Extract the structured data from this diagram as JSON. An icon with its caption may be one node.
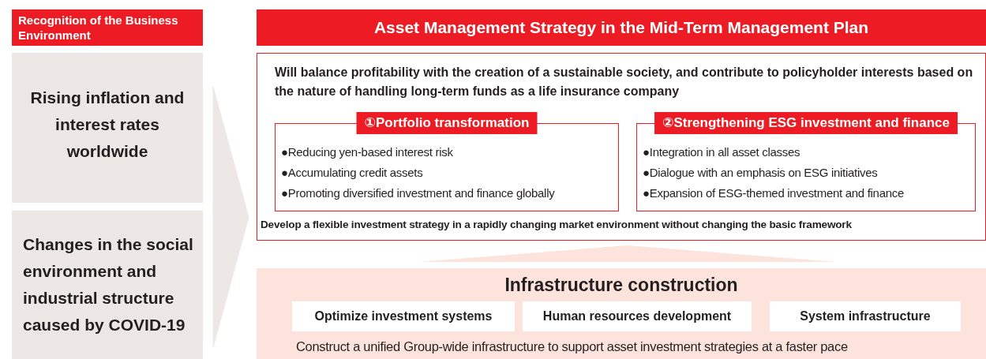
{
  "diagram": {
    "nodes": [
      {
        "text": [
          "Recognition of the Business Environment"
        ]
      },
      {
        "text": [
          "Rising inflation and interest rates worldwide"
        ]
      },
      {
        "text": [
          "Changes in the social environment and industrial structure caused by COVID-19"
        ]
      },
      {
        "text": [
          "Asset Management Strategy in the Mid-Term Management Plan"
        ]
      },
      {
        "text": [
          "Will balance profitability with the creation of a sustainable society, and contribute to policyholder interests based on the nature of handling long-term funds as a life insurance company",
          "Develop a flexible investment strategy in a rapidly changing market environment without changing the basic framework"
        ]
      },
      {
        "text": [
          "①Portfolio transformation",
          "●Reducing yen-based interest risk",
          "●Accumulating credit assets",
          "●Promoting diversified investment and finance globally"
        ],
        "in": 4
      },
      {
        "text": [
          "②Strengthening ESG investment and finance",
          "●Integration in all asset classes",
          "●Dialogue with an emphasis on ESG initiatives",
          "●Expansion of ESG-themed investment and finance"
        ],
        "in": 4
      },
      {
        "text": [
          "Infrastructure construction",
          "Construct a unified Group-wide infrastructure to support asset investment strategies at a faster pace"
        ]
      },
      {
        "text": [
          "Optimize investment systems"
        ],
        "in": 7
      },
      {
        "text": [
          "Human resources development"
        ],
        "in": 7
      },
      {
        "text": [
          "System infrastructure"
        ],
        "in": 7
      }
    ],
    "edges": [
      {
        "from": 1,
        "to": 4,
        "arrow": "to"
      },
      {
        "from": 2,
        "to": 4,
        "arrow": "to"
      },
      {
        "from": 7,
        "to": 4,
        "arrow": "to"
      }
    ]
  }
}
